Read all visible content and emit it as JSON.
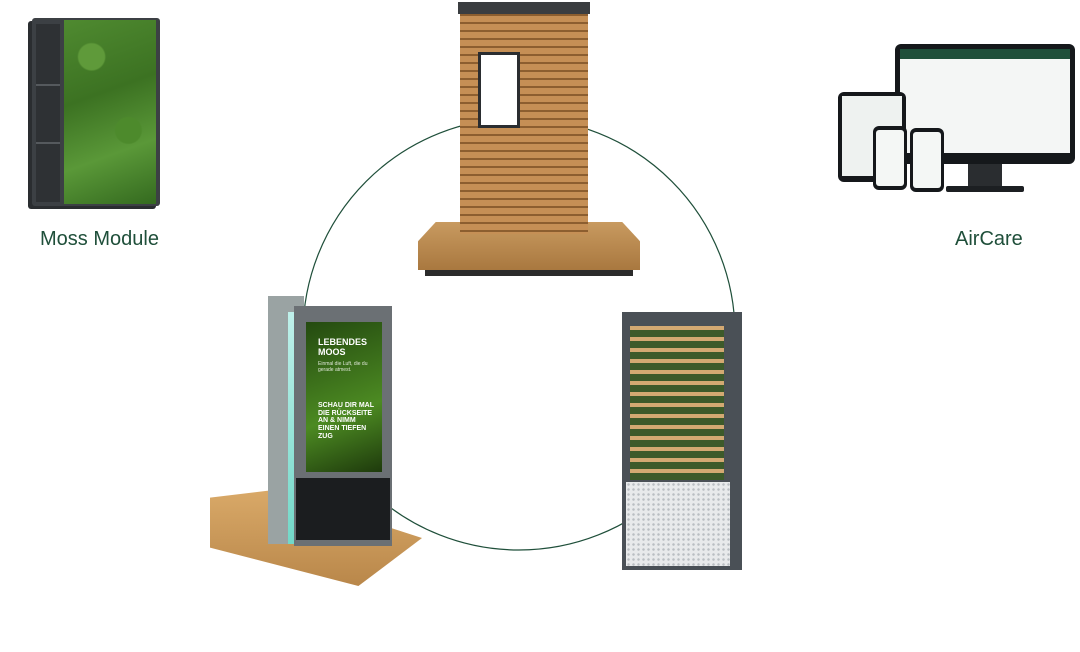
{
  "products": {
    "moss_module": {
      "label": "Moss Module"
    },
    "aircare": {
      "label": "AirCare"
    },
    "kiosk": {
      "headline": "LEBENDES MOOS",
      "subline": "Einmal die Luft, die du gerade atmest.",
      "cta": "SCHAU DIR MAL DIE RÜCKSEITE AN & NIMM EINEN TIEFEN ZUG"
    }
  },
  "colors": {
    "label_text": "#1f4f3a",
    "ring_stroke": "#1f4f3a",
    "background": "#ffffff"
  }
}
